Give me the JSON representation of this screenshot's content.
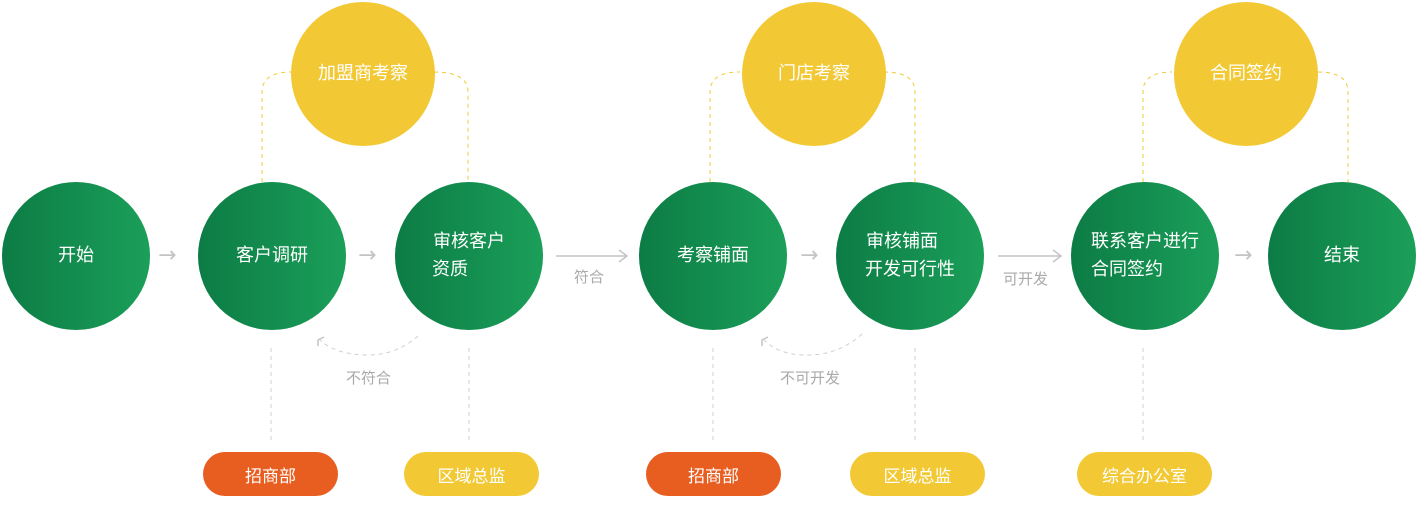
{
  "nodes": {
    "start": [
      "开始"
    ],
    "research": [
      "客户调研"
    ],
    "review_qualification": [
      "审核客户",
      "资质"
    ],
    "inspect_store": [
      "考察铺面"
    ],
    "review_store": [
      "审核铺面",
      "开发可行性"
    ],
    "contact_sign": [
      "联系客户进行",
      "合同签约"
    ],
    "end": [
      "结束"
    ]
  },
  "top_nodes": {
    "franchisee_inspection": "加盟商考察",
    "store_inspection": "门店考察",
    "contract_signing": "合同签约"
  },
  "departments": {
    "investment_1": "招商部",
    "regional_1": "区域总监",
    "investment_2": "招商部",
    "regional_2": "区域总监",
    "office": "综合办公室"
  },
  "edge_labels": {
    "qualified": "符合",
    "not_qualified": "不符合",
    "developable": "可开发",
    "not_developable": "不可开发"
  },
  "colors": {
    "green_dark": "#0c7c45",
    "green_light": "#1b9f59",
    "yellow": "#f2c935",
    "orange": "#e85d20",
    "connector": "#c4c4c4"
  }
}
